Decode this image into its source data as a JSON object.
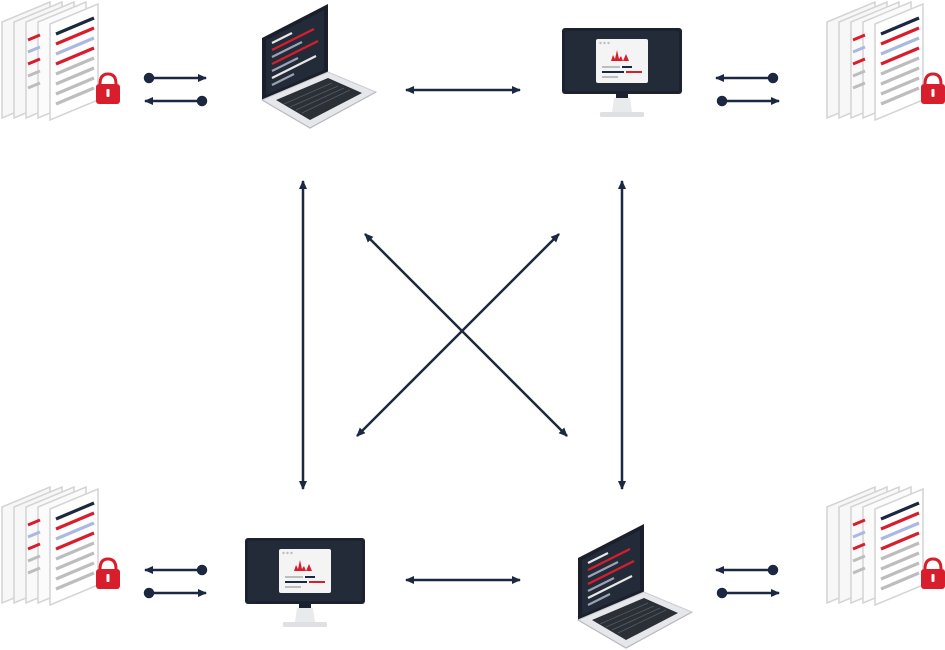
{
  "colors": {
    "navy": "#1c2841",
    "red": "#d81e2c",
    "paper_gray": "#d4d4d4",
    "line_gray": "#bdbdbd",
    "blue_line": "#aab9df",
    "screen_dark": "#232a38",
    "laptop_silver": "#dadce0",
    "keyboard": "#2b2f36",
    "white": "#ffffff"
  },
  "nodes": [
    {
      "id": "laptop-top-left",
      "device": "laptop"
    },
    {
      "id": "monitor-top-right",
      "device": "monitor"
    },
    {
      "id": "monitor-bottom-left",
      "device": "monitor"
    },
    {
      "id": "laptop-bottom-right",
      "device": "laptop"
    }
  ],
  "data_stores": [
    {
      "id": "docs-top-left",
      "icon": "locked-documents-icon"
    },
    {
      "id": "docs-top-right",
      "icon": "locked-documents-icon"
    },
    {
      "id": "docs-bottom-left",
      "icon": "locked-documents-icon"
    },
    {
      "id": "docs-bottom-right",
      "icon": "locked-documents-icon"
    }
  ],
  "connections": [
    {
      "from": "laptop-top-left",
      "to": "monitor-top-right",
      "direction": "bidirectional"
    },
    {
      "from": "laptop-top-left",
      "to": "monitor-bottom-left",
      "direction": "bidirectional"
    },
    {
      "from": "monitor-top-right",
      "to": "laptop-bottom-right",
      "direction": "bidirectional"
    },
    {
      "from": "monitor-bottom-left",
      "to": "laptop-bottom-right",
      "direction": "bidirectional"
    },
    {
      "from": "laptop-top-left",
      "to": "laptop-bottom-right",
      "direction": "bidirectional"
    },
    {
      "from": "monitor-top-right",
      "to": "monitor-bottom-left",
      "direction": "bidirectional"
    }
  ],
  "sync_links": [
    {
      "store": "docs-top-left",
      "node": "laptop-top-left",
      "arrows": [
        "push",
        "pull"
      ]
    },
    {
      "store": "docs-top-right",
      "node": "monitor-top-right",
      "arrows": [
        "pull",
        "push"
      ]
    },
    {
      "store": "docs-bottom-left",
      "node": "monitor-bottom-left",
      "arrows": [
        "pull",
        "push"
      ]
    },
    {
      "store": "docs-bottom-right",
      "node": "laptop-bottom-right",
      "arrows": [
        "pull",
        "push"
      ]
    }
  ]
}
